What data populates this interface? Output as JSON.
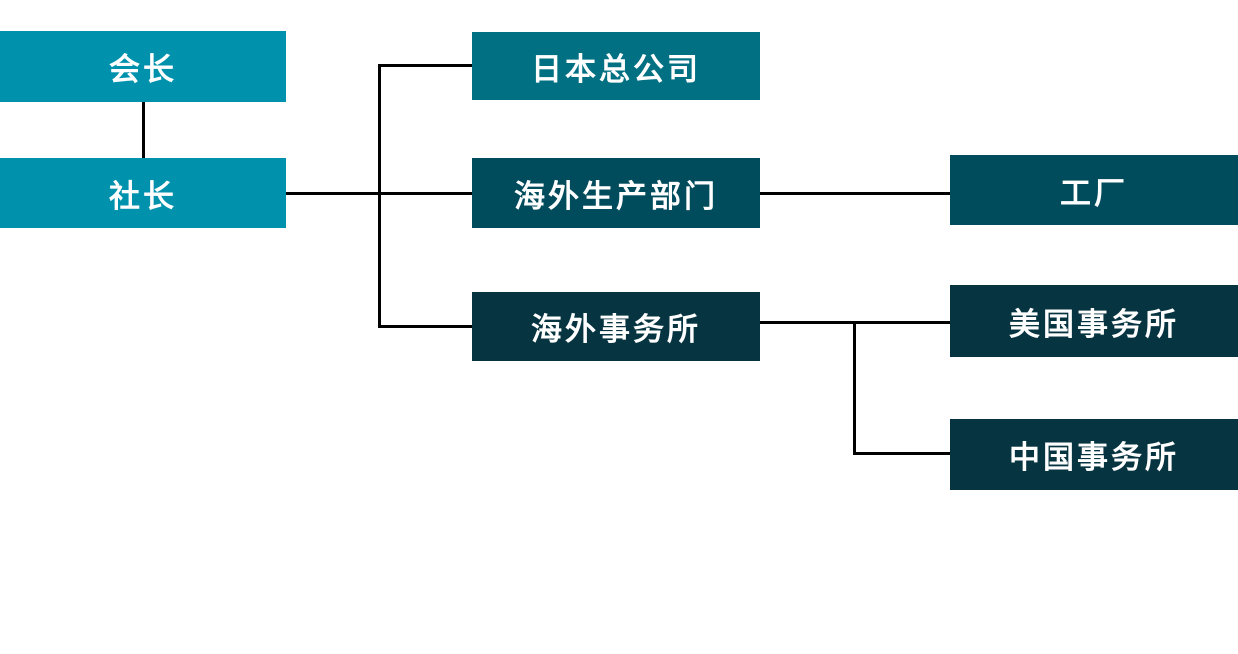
{
  "diagram": {
    "type": "org-chart",
    "background_color": "#ffffff",
    "connector_color": "#000000",
    "text_color": "#ffffff",
    "nodes": {
      "chairman": {
        "label": "会长",
        "color": "#0092ad"
      },
      "president": {
        "label": "社长",
        "color": "#0092ad"
      },
      "japan_hq": {
        "label": "日本总公司",
        "color": "#007082"
      },
      "overseas_production": {
        "label": "海外生产部门",
        "color": "#004b5c"
      },
      "overseas_office": {
        "label": "海外事务所",
        "color": "#063440"
      },
      "factory": {
        "label": "工厂",
        "color": "#004b5c"
      },
      "us_office": {
        "label": "美国事务所",
        "color": "#063440"
      },
      "china_office": {
        "label": "中国事务所",
        "color": "#063440"
      }
    },
    "edges": [
      {
        "from": "chairman",
        "to": "president"
      },
      {
        "from": "president",
        "to": "japan_hq"
      },
      {
        "from": "president",
        "to": "overseas_production"
      },
      {
        "from": "president",
        "to": "overseas_office"
      },
      {
        "from": "overseas_production",
        "to": "factory"
      },
      {
        "from": "overseas_office",
        "to": "us_office"
      },
      {
        "from": "overseas_office",
        "to": "china_office"
      }
    ]
  }
}
